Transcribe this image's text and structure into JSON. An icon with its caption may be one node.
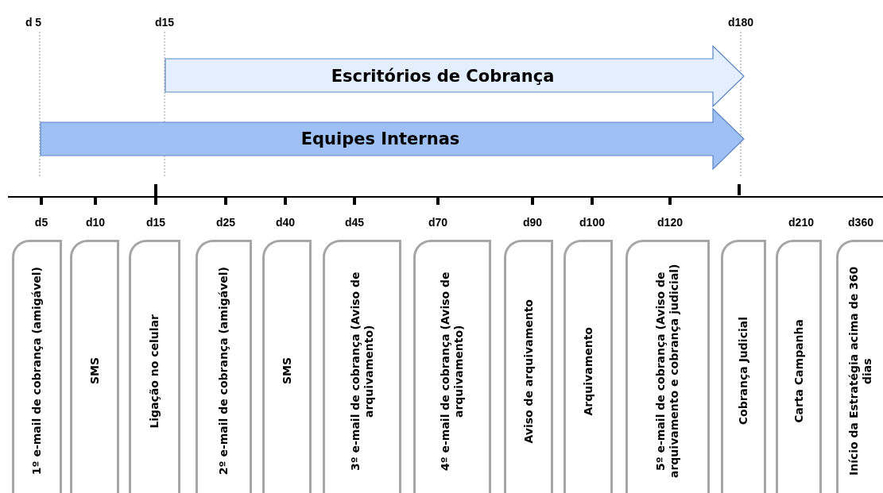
{
  "diagram": {
    "nodes": [
      {
        "text": [
          "Escritórios  de Cobrança"
        ]
      },
      {
        "text": [
          "Equipes Internas"
        ]
      },
      {
        "text": [
          "1º e-mail de cobrança (amigável)"
        ],
        "beside": [
          "d5"
        ]
      },
      {
        "text": [
          "SMS"
        ],
        "beside": [
          "d10"
        ]
      },
      {
        "text": [
          "Ligação no celular"
        ],
        "beside": [
          "d15"
        ]
      },
      {
        "text": [
          "2º e-mail de cobrança (amigável)"
        ],
        "beside": [
          "d25"
        ]
      },
      {
        "text": [
          "SMS"
        ],
        "beside": [
          "d40"
        ]
      },
      {
        "text": [
          "3º e-mail de cobrança (Aviso de arquivamento)"
        ],
        "beside": [
          "d45"
        ]
      },
      {
        "text": [
          "4º e-mail de cobrança (Aviso de arquivamento)"
        ],
        "beside": [
          "d70"
        ]
      },
      {
        "text": [
          "Aviso de arquivamento"
        ],
        "beside": [
          "d90"
        ]
      },
      {
        "text": [
          "Arquivamento"
        ],
        "beside": [
          "d100"
        ]
      },
      {
        "text": [
          "5º e-mail de cobrança (Aviso de arquivamento e cobrança judicial)"
        ],
        "beside": [
          "d120"
        ]
      },
      {
        "text": [
          "Cobrança Judicial"
        ]
      },
      {
        "text": [
          "Carta Campanha"
        ],
        "beside": [
          "d210"
        ]
      },
      {
        "text": [
          "Início da Estratégia acima de 360 dias"
        ],
        "beside": [
          "d360"
        ]
      }
    ],
    "edges": [],
    "labels": [
      "d 5",
      "d15",
      "d180"
    ]
  }
}
